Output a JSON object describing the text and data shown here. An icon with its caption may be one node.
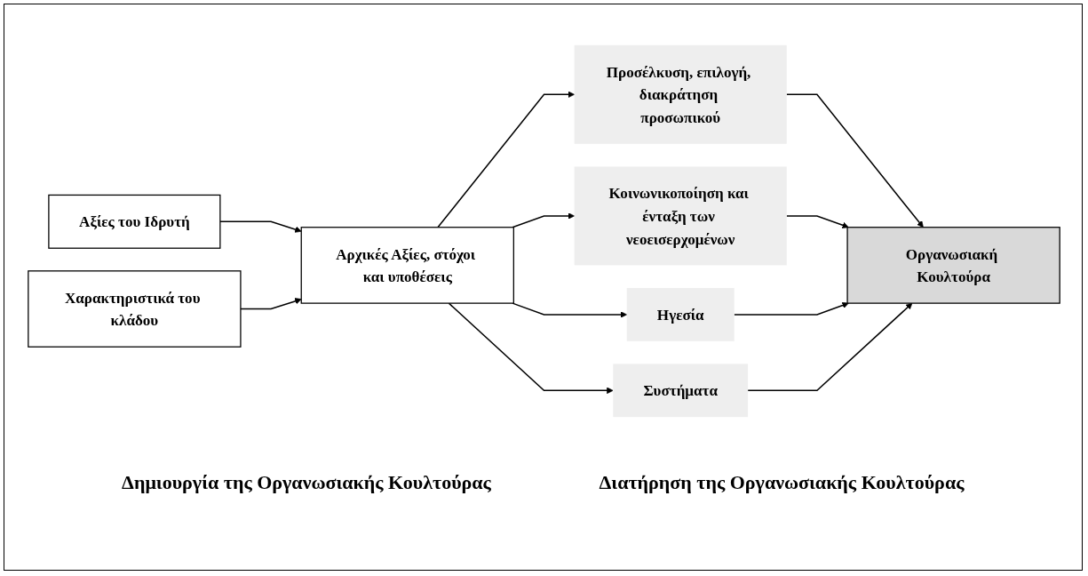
{
  "diagram": {
    "nodes": [
      {
        "text": [
          "Αξίες του Ιδρυτή"
        ]
      },
      {
        "text": [
          "Χαρακτηριστικά του κλάδου"
        ]
      },
      {
        "text": [
          "Αρχικές Αξίες, στόχοι και υποθέσεις"
        ]
      },
      {
        "text": [
          "Προσέλκυση, επιλογή, διακράτηση προσωπικού"
        ]
      },
      {
        "text": [
          "Κοινωνικοποίηση και ένταξη των νεοεισερχομένων"
        ]
      },
      {
        "text": [
          "Ηγεσία"
        ]
      },
      {
        "text": [
          "Συστήματα"
        ]
      },
      {
        "text": [
          "Οργανωσιακή Κουλτούρα"
        ]
      }
    ],
    "edges": [
      {
        "from": 0,
        "to": 2,
        "arrow": "to"
      },
      {
        "from": 1,
        "to": 2,
        "arrow": "to"
      },
      {
        "from": 2,
        "to": 3,
        "arrow": "to"
      },
      {
        "from": 2,
        "to": 4,
        "arrow": "to"
      },
      {
        "from": 2,
        "to": 5,
        "arrow": "to"
      },
      {
        "from": 2,
        "to": 6,
        "arrow": "to"
      },
      {
        "from": 3,
        "to": 7,
        "arrow": "to"
      },
      {
        "from": 4,
        "to": 7,
        "arrow": "to"
      },
      {
        "from": 5,
        "to": 7,
        "arrow": "to"
      },
      {
        "from": 6,
        "to": 7,
        "arrow": "to"
      }
    ],
    "labels": [
      "Δημιουργία της Οργανωσιακής Κουλτούρας",
      "Διατήρηση της Οργανωσιακής Κουλτούρας"
    ]
  }
}
